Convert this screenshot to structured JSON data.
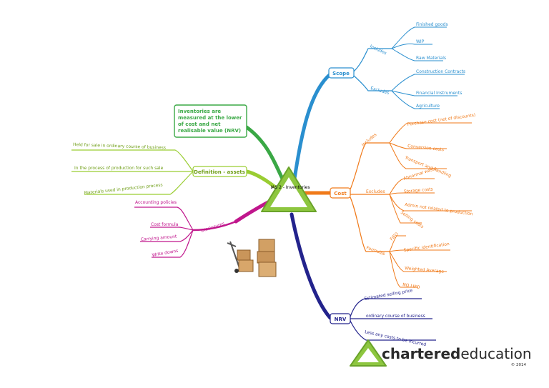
{
  "center": {
    "title": "IAS 2 - Inventories"
  },
  "definition_note": [
    "Inventories are",
    "measured at the lower",
    "of cost and net",
    "realisable value (NRV)"
  ],
  "branches": {
    "scope": {
      "label": "Scope",
      "color": "#2a8fcf",
      "includes_label": "Includes",
      "includes": [
        "Finished goods",
        "WIP",
        "Raw Materials"
      ],
      "excludes_label": "Excludes",
      "excludes": [
        "Construction Contracts",
        "Financial Instruments",
        "Agriculture"
      ]
    },
    "cost": {
      "label": "Cost",
      "color": "#f07a1a",
      "includes_label": "Includes",
      "includes": [
        "Purchase cost (net of discounts)",
        "Conversion costs",
        "Transport and handling"
      ],
      "excludes_label": "Excludes",
      "excludes": [
        "Abnormal waste",
        "Storage costs",
        "Admin not related to production",
        "Selling costs"
      ],
      "formulas_label": "Formulas",
      "formulas": [
        "FIFO",
        "Specific identification",
        "Weighted Average",
        "NO LIFO"
      ]
    },
    "nrv": {
      "label": "NRV",
      "color": "#23238c",
      "items": [
        "Estimated selling price",
        "ordinary course of business",
        "Less any costs to be incurred"
      ]
    },
    "definition": {
      "label": "Definition - assets",
      "color": "#9acd32",
      "items": [
        "Held for sale in ordinary course of business",
        "In the process of production for such sale",
        "Materials used in production process"
      ]
    },
    "disclosures": {
      "label": "Disclosures",
      "color": "#c0168c",
      "items": [
        "Accounting policies",
        "Cost formula",
        "Carrying amount",
        "Write downs"
      ]
    }
  },
  "brand": {
    "name_bold": "chartered",
    "name_light": "education",
    "copyright": "© 2014",
    "color_green": "#8dc63f",
    "color_dark": "#2b2b2b"
  }
}
